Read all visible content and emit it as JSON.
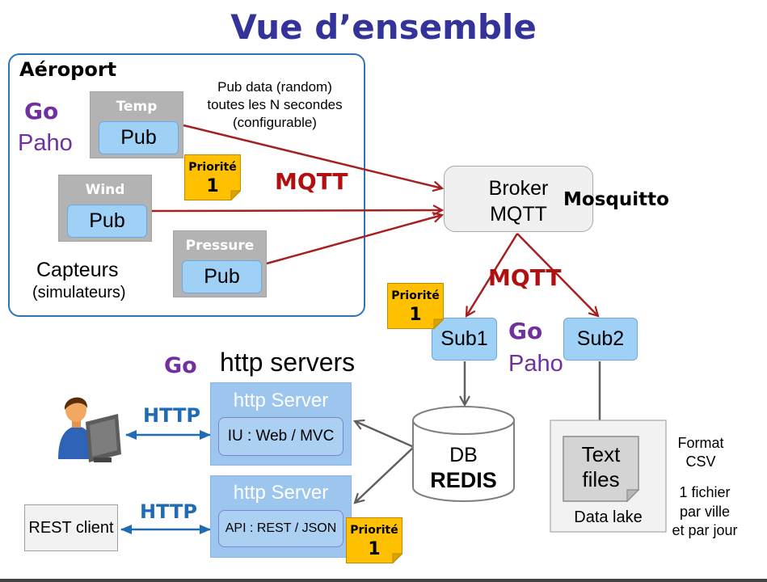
{
  "title": "Vue d’ensemble",
  "colors": {
    "title": "#333399",
    "go_paho": "#7030a0",
    "mqtt": "#b01010",
    "http": "#1f6bb4",
    "priority_note": "#ffc000",
    "airport_border": "#2e75b6",
    "component_blue": "#9fd0f5"
  },
  "airport": {
    "label": "Aéroport",
    "lang": {
      "go": "Go",
      "lib": "Paho"
    },
    "pub_note": [
      "Pub data (random)",
      "toutes les N secondes",
      "(configurable)"
    ],
    "sensors": [
      {
        "name": "Temp",
        "role": "Pub"
      },
      {
        "name": "Wind",
        "role": "Pub"
      },
      {
        "name": "Pressure",
        "role": "Pub"
      }
    ],
    "priority": {
      "label": "Priorité",
      "value": "1"
    },
    "protocol": "MQTT",
    "caption": {
      "line1": "Capteurs",
      "line2": "(simulateurs)"
    }
  },
  "broker": {
    "line1": "Broker",
    "line2": "MQTT",
    "name": "Mosquitto"
  },
  "subscribers": {
    "protocol": "MQTT",
    "priority": {
      "label": "Priorité",
      "value": "1"
    },
    "items": [
      "Sub1",
      "Sub2"
    ],
    "lang": {
      "go": "Go",
      "lib": "Paho"
    }
  },
  "storage": {
    "db": {
      "line1": "DB",
      "line2": "REDIS"
    },
    "files": {
      "line1": "Text",
      "line2": "files",
      "caption": "Data lake"
    },
    "format_note": [
      "Format",
      "CSV"
    ],
    "split_note": [
      "1 fichier",
      "par ville",
      "et par jour"
    ]
  },
  "servers": {
    "lang": "Go",
    "title": "http servers",
    "items": [
      {
        "label": "http Server",
        "role": "IU : Web / MVC"
      },
      {
        "label": "http Server",
        "role": "API : REST / JSON"
      }
    ],
    "priority": {
      "label": "Priorité",
      "value": "1"
    }
  },
  "clients": {
    "web_protocol": "HTTP",
    "rest_protocol": "HTTP",
    "rest_client": "REST client"
  }
}
